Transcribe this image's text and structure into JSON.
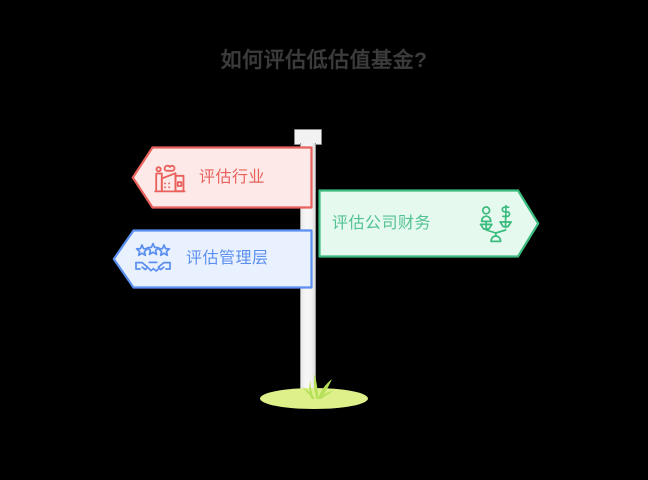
{
  "page": {
    "background_color": "#000000",
    "title": "如何评估低估值基金?",
    "title_color": "#3b3b3b"
  },
  "signpost": {
    "pole_color": "#f2f2f2",
    "pole_border_color": "#8c8c8c",
    "cap_name": "post-cap",
    "grass_color": "#ddf08a",
    "grass_blade_color": "#a8d94a"
  },
  "signs": [
    {
      "id": "industry",
      "label": "评估行业",
      "direction": "left",
      "icon": "factory-icon",
      "color": "#e8615c",
      "fill": "#fde9e8",
      "border": "#e8615c"
    },
    {
      "id": "management",
      "label": "评估管理层",
      "direction": "left",
      "icon": "stars-handshake-icon",
      "color": "#5b8ff0",
      "fill": "#eaf1fe",
      "border": "#5b8ff0"
    },
    {
      "id": "financials",
      "label": "评估公司财务",
      "direction": "right",
      "icon": "balance-scale-money-icon",
      "color": "#52c292",
      "fill": "#e6f9ef",
      "border": "#3bbb7e"
    }
  ]
}
